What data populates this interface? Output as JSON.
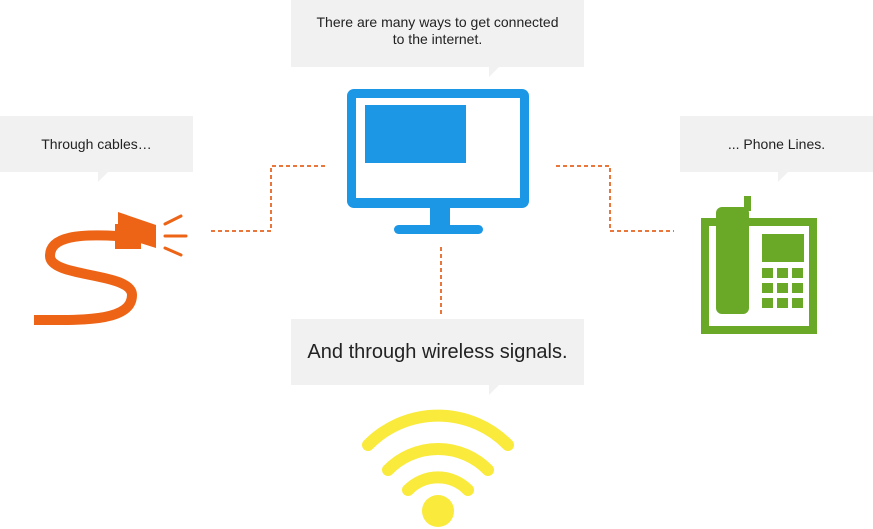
{
  "bubbles": {
    "top": "There are many ways to get connected to the internet.",
    "left": "Through cables…",
    "right": "... Phone Lines.",
    "bottom": "And through wireless signals."
  },
  "icons": {
    "center": "computer-monitor-icon",
    "left": "network-cable-icon",
    "right": "desk-phone-icon",
    "bottom": "wifi-signal-icon"
  },
  "colors": {
    "bubble": "#f1f1f1",
    "monitor": "#1b97e6",
    "cable": "#ee6416",
    "phone": "#6aa928",
    "wifi": "#f9ea3c",
    "connector": "#e9763a"
  }
}
